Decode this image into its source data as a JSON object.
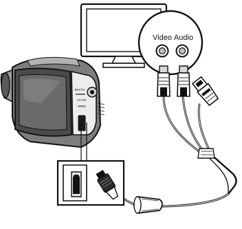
{
  "diagram": {
    "labels": {
      "video": "Video",
      "audio": "Audio"
    },
    "camera_markings": {
      "line1": "BLKTH",
      "line2": "AV·DC",
      "line3": "9R8N"
    },
    "components": [
      "television-icon",
      "av-input-panel",
      "video-jack",
      "audio-jack",
      "camcorder-illustration",
      "rca-video-plug",
      "rca-audio-plug",
      "usb-plug",
      "av-port-callout",
      "mini-connector-plug",
      "ferrite-core"
    ]
  }
}
